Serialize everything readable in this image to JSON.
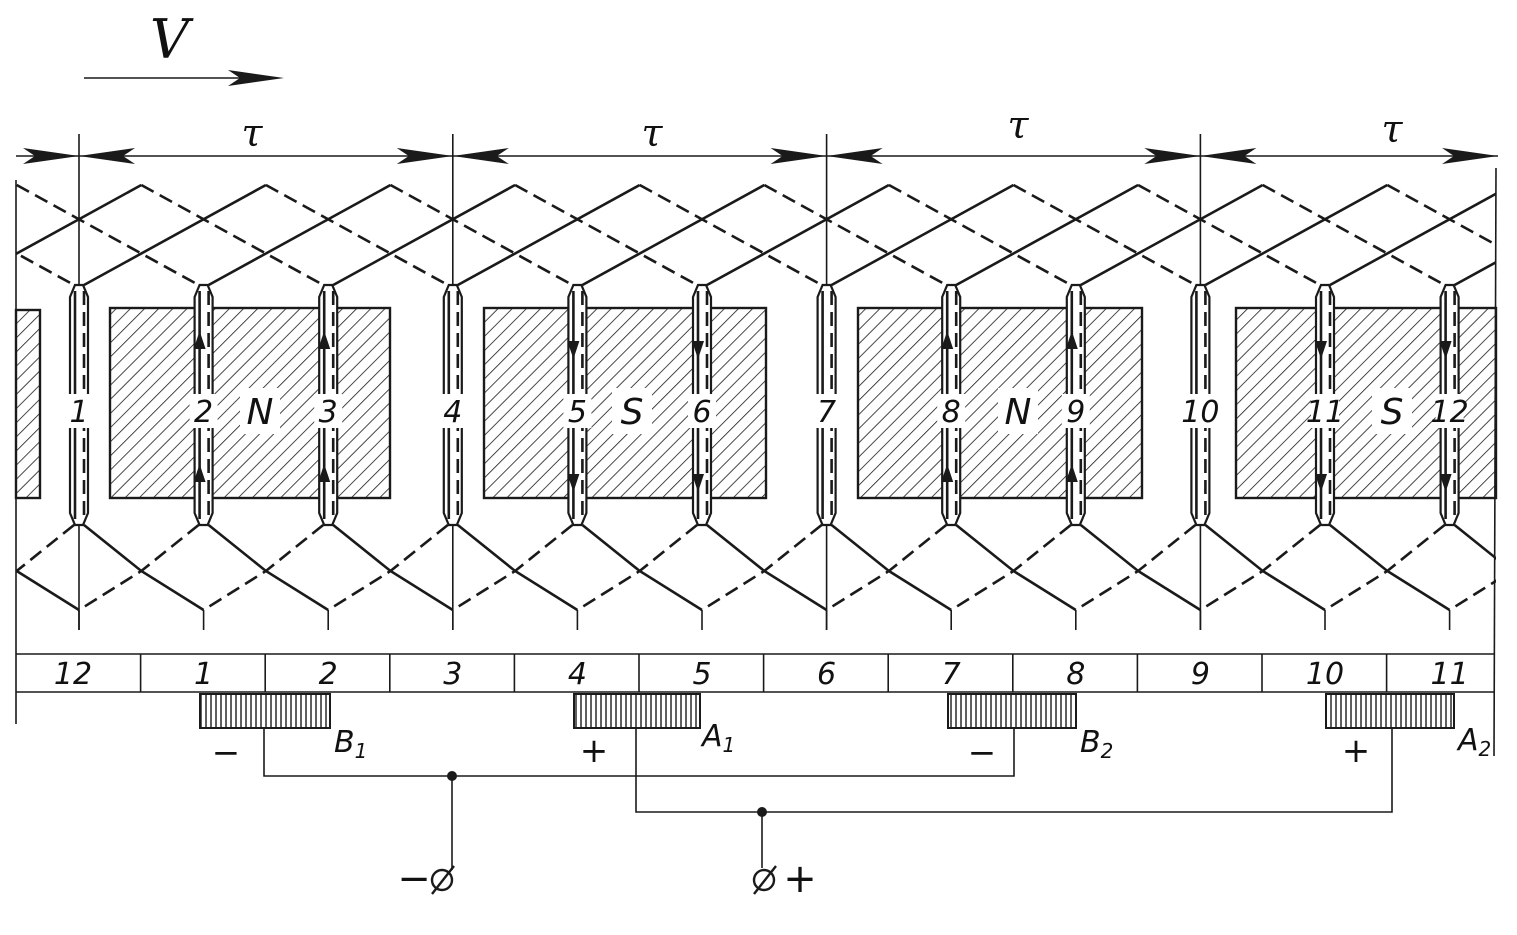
{
  "velocity_label": "V",
  "pole_pitch_label": "τ",
  "pole_pitches": [
    "τ",
    "τ",
    "τ",
    "τ"
  ],
  "poles": [
    {
      "label": "N"
    },
    {
      "label": "S"
    },
    {
      "label": "N"
    },
    {
      "label": "S"
    }
  ],
  "slot_numbers": [
    "1",
    "2",
    "3",
    "4",
    "5",
    "6",
    "7",
    "8",
    "9",
    "10",
    "11",
    "12"
  ],
  "commutator_segments": [
    "12",
    "1",
    "2",
    "3",
    "4",
    "5",
    "6",
    "7",
    "8",
    "9",
    "10",
    "11"
  ],
  "brushes": [
    {
      "name": "B1",
      "letter": "B",
      "sub": "1",
      "polarity": "−"
    },
    {
      "name": "A1",
      "letter": "A",
      "sub": "1",
      "polarity": "+"
    },
    {
      "name": "B2",
      "letter": "B",
      "sub": "2",
      "polarity": "−"
    },
    {
      "name": "A2",
      "letter": "A",
      "sub": "2",
      "polarity": "+"
    }
  ],
  "terminals": {
    "negative": "−",
    "positive": "+"
  },
  "colors": {
    "ink": "#1a1a1a",
    "background": "#ffffff"
  }
}
